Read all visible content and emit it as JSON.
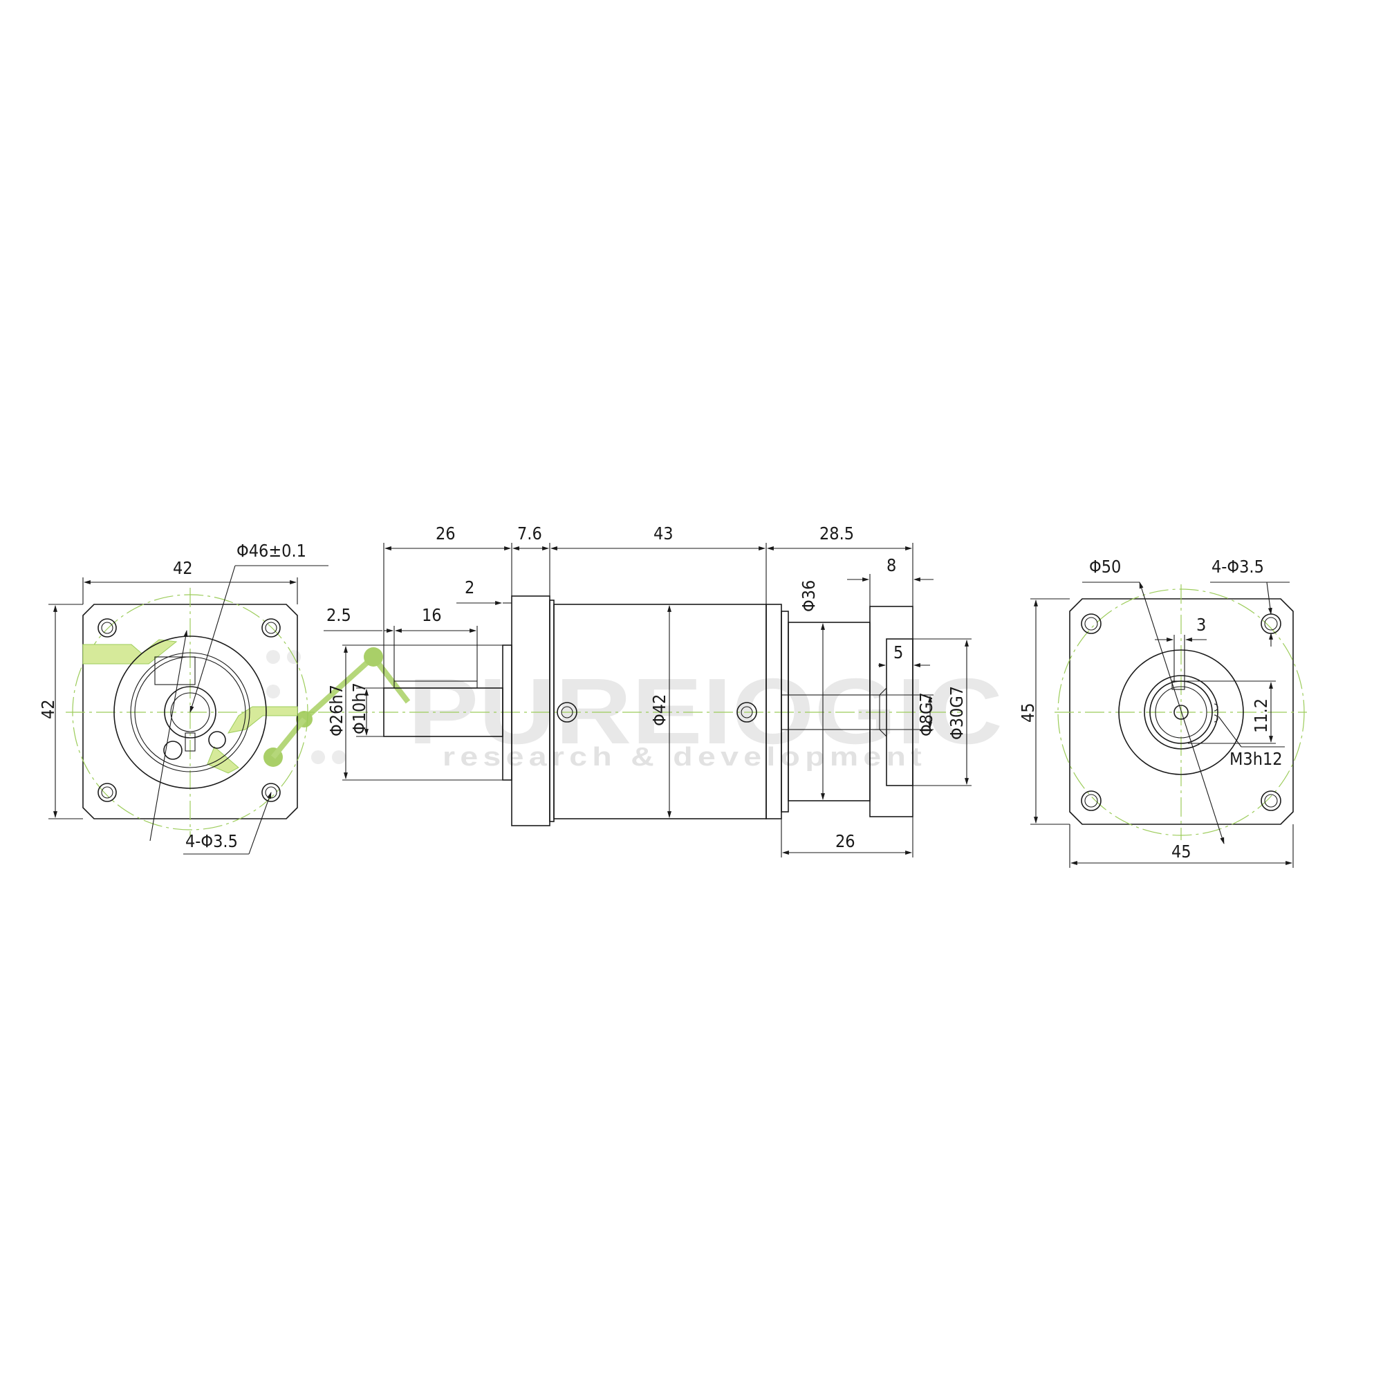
{
  "left_view": {
    "width": "42",
    "height": "42",
    "pcd": "Φ46±0.1",
    "holes": "4-Φ3.5"
  },
  "side_view": {
    "input_length": "26",
    "flange_thickness": "7.6",
    "body_length": "43",
    "output_length": "28.5",
    "shaft_step": "2.5",
    "key_length": "16",
    "key_offset": "2",
    "pilot_dia": "Φ26h7",
    "shaft_dia": "Φ10h7",
    "body_dia": "Φ42",
    "adapter_dia": "Φ36",
    "plate_thickness": "8",
    "bore_depth": "5",
    "bore_dia": "Φ8G7",
    "spigot_dia": "Φ30G7",
    "adapter_length": "26"
  },
  "right_view": {
    "pcd": "Φ50",
    "holes": "4-Φ3.5",
    "slot_width": "3",
    "slot_depth": "11.2",
    "screw": "M3h12",
    "height": "45",
    "width": "45"
  },
  "watermark": {
    "logo": "PUREIOGIC",
    "tagline": "research & development"
  }
}
